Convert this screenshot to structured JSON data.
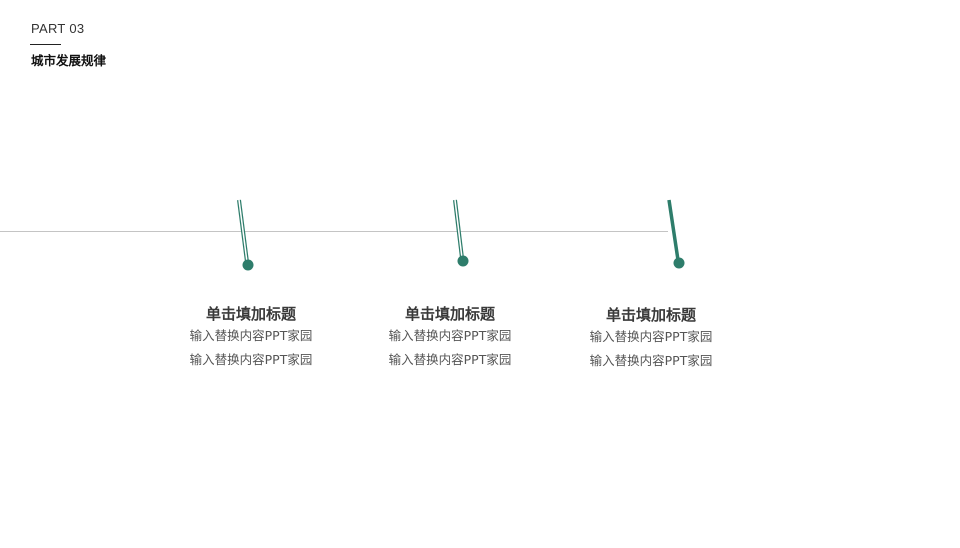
{
  "header": {
    "part": "PART 03",
    "title": "城市发展规律"
  },
  "colors": {
    "accent": "#2e7d6b",
    "timeline": "#c4c4c4"
  },
  "items": [
    {
      "title": "单击填加标题",
      "lines": [
        "输入替换内容PPT家园",
        "输入替换内容PPT家园"
      ]
    },
    {
      "title": "单击填加标题",
      "lines": [
        "输入替换内容PPT家园",
        "输入替换内容PPT家园"
      ]
    },
    {
      "title": "单击填加标题",
      "lines": [
        "输入替换内容PPT家园",
        "输入替换内容PPT家园"
      ]
    }
  ]
}
